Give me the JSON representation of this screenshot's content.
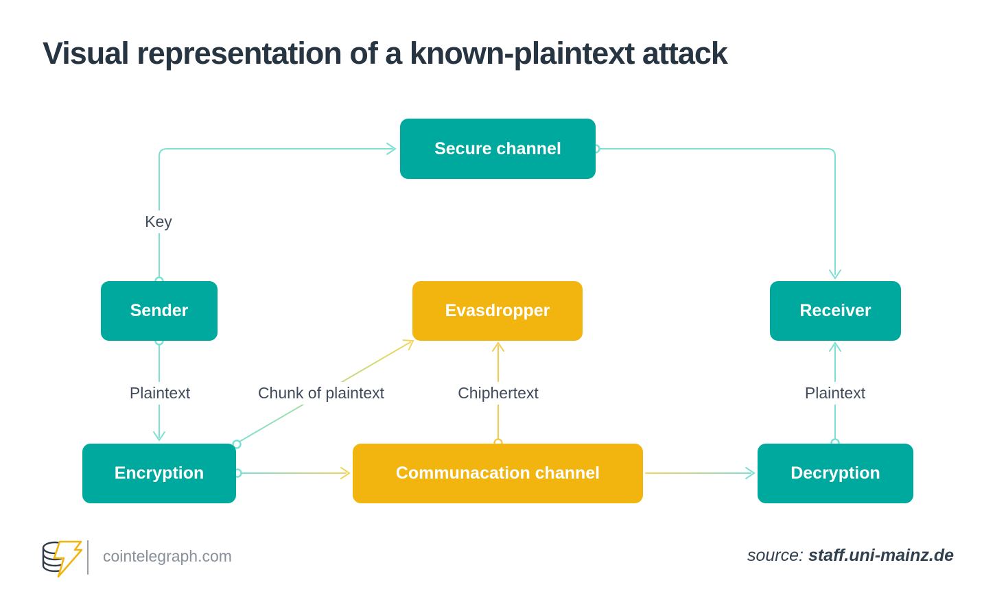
{
  "page": {
    "title": "Visual representation of a known-plaintext attack"
  },
  "colors": {
    "node_teal": "#00A99D",
    "node_yellow": "#F2B40E",
    "arrow_teal": "#7CE0D3",
    "arrow_yellow": "#F2CB4C",
    "label_text": "#3F4B5B",
    "title_text": "#273442",
    "footer_text": "#878F98",
    "source_text": "#31404E"
  },
  "diagram": {
    "nodes": [
      {
        "id": "secure-channel",
        "label": "Secure channel",
        "color": "teal"
      },
      {
        "id": "sender",
        "label": "Sender",
        "color": "teal"
      },
      {
        "id": "evasdropper",
        "label": "Evasdropper",
        "color": "yellow"
      },
      {
        "id": "receiver",
        "label": "Receiver",
        "color": "teal"
      },
      {
        "id": "encryption",
        "label": "Encryption",
        "color": "teal"
      },
      {
        "id": "communication-channel",
        "label": "Communacation channel",
        "color": "yellow"
      },
      {
        "id": "decryption",
        "label": "Decryption",
        "color": "teal"
      }
    ],
    "edge_labels": [
      {
        "id": "key",
        "text": "Key"
      },
      {
        "id": "plaintext-left",
        "text": "Plaintext"
      },
      {
        "id": "chunk-of-plaintext",
        "text": "Chunk of plaintext"
      },
      {
        "id": "chiphertext",
        "text": "Chiphertext"
      },
      {
        "id": "plaintext-right",
        "text": "Plaintext"
      }
    ],
    "edges": [
      {
        "from": "sender",
        "to": "secure-channel",
        "label": "Key"
      },
      {
        "from": "secure-channel",
        "to": "receiver",
        "label": ""
      },
      {
        "from": "sender",
        "to": "encryption",
        "label": "Plaintext"
      },
      {
        "from": "encryption",
        "to": "evasdropper",
        "label": "Chunk of plaintext"
      },
      {
        "from": "encryption",
        "to": "communication-channel",
        "label": ""
      },
      {
        "from": "communication-channel",
        "to": "evasdropper",
        "label": "Chiphertext"
      },
      {
        "from": "communication-channel",
        "to": "decryption",
        "label": ""
      },
      {
        "from": "decryption",
        "to": "receiver",
        "label": "Plaintext"
      }
    ]
  },
  "footer": {
    "logo_icon": "coin-stack-lightning-icon",
    "brand": "cointelegraph.com",
    "source_label": "source:",
    "source_value": "staff.uni-mainz.de"
  }
}
